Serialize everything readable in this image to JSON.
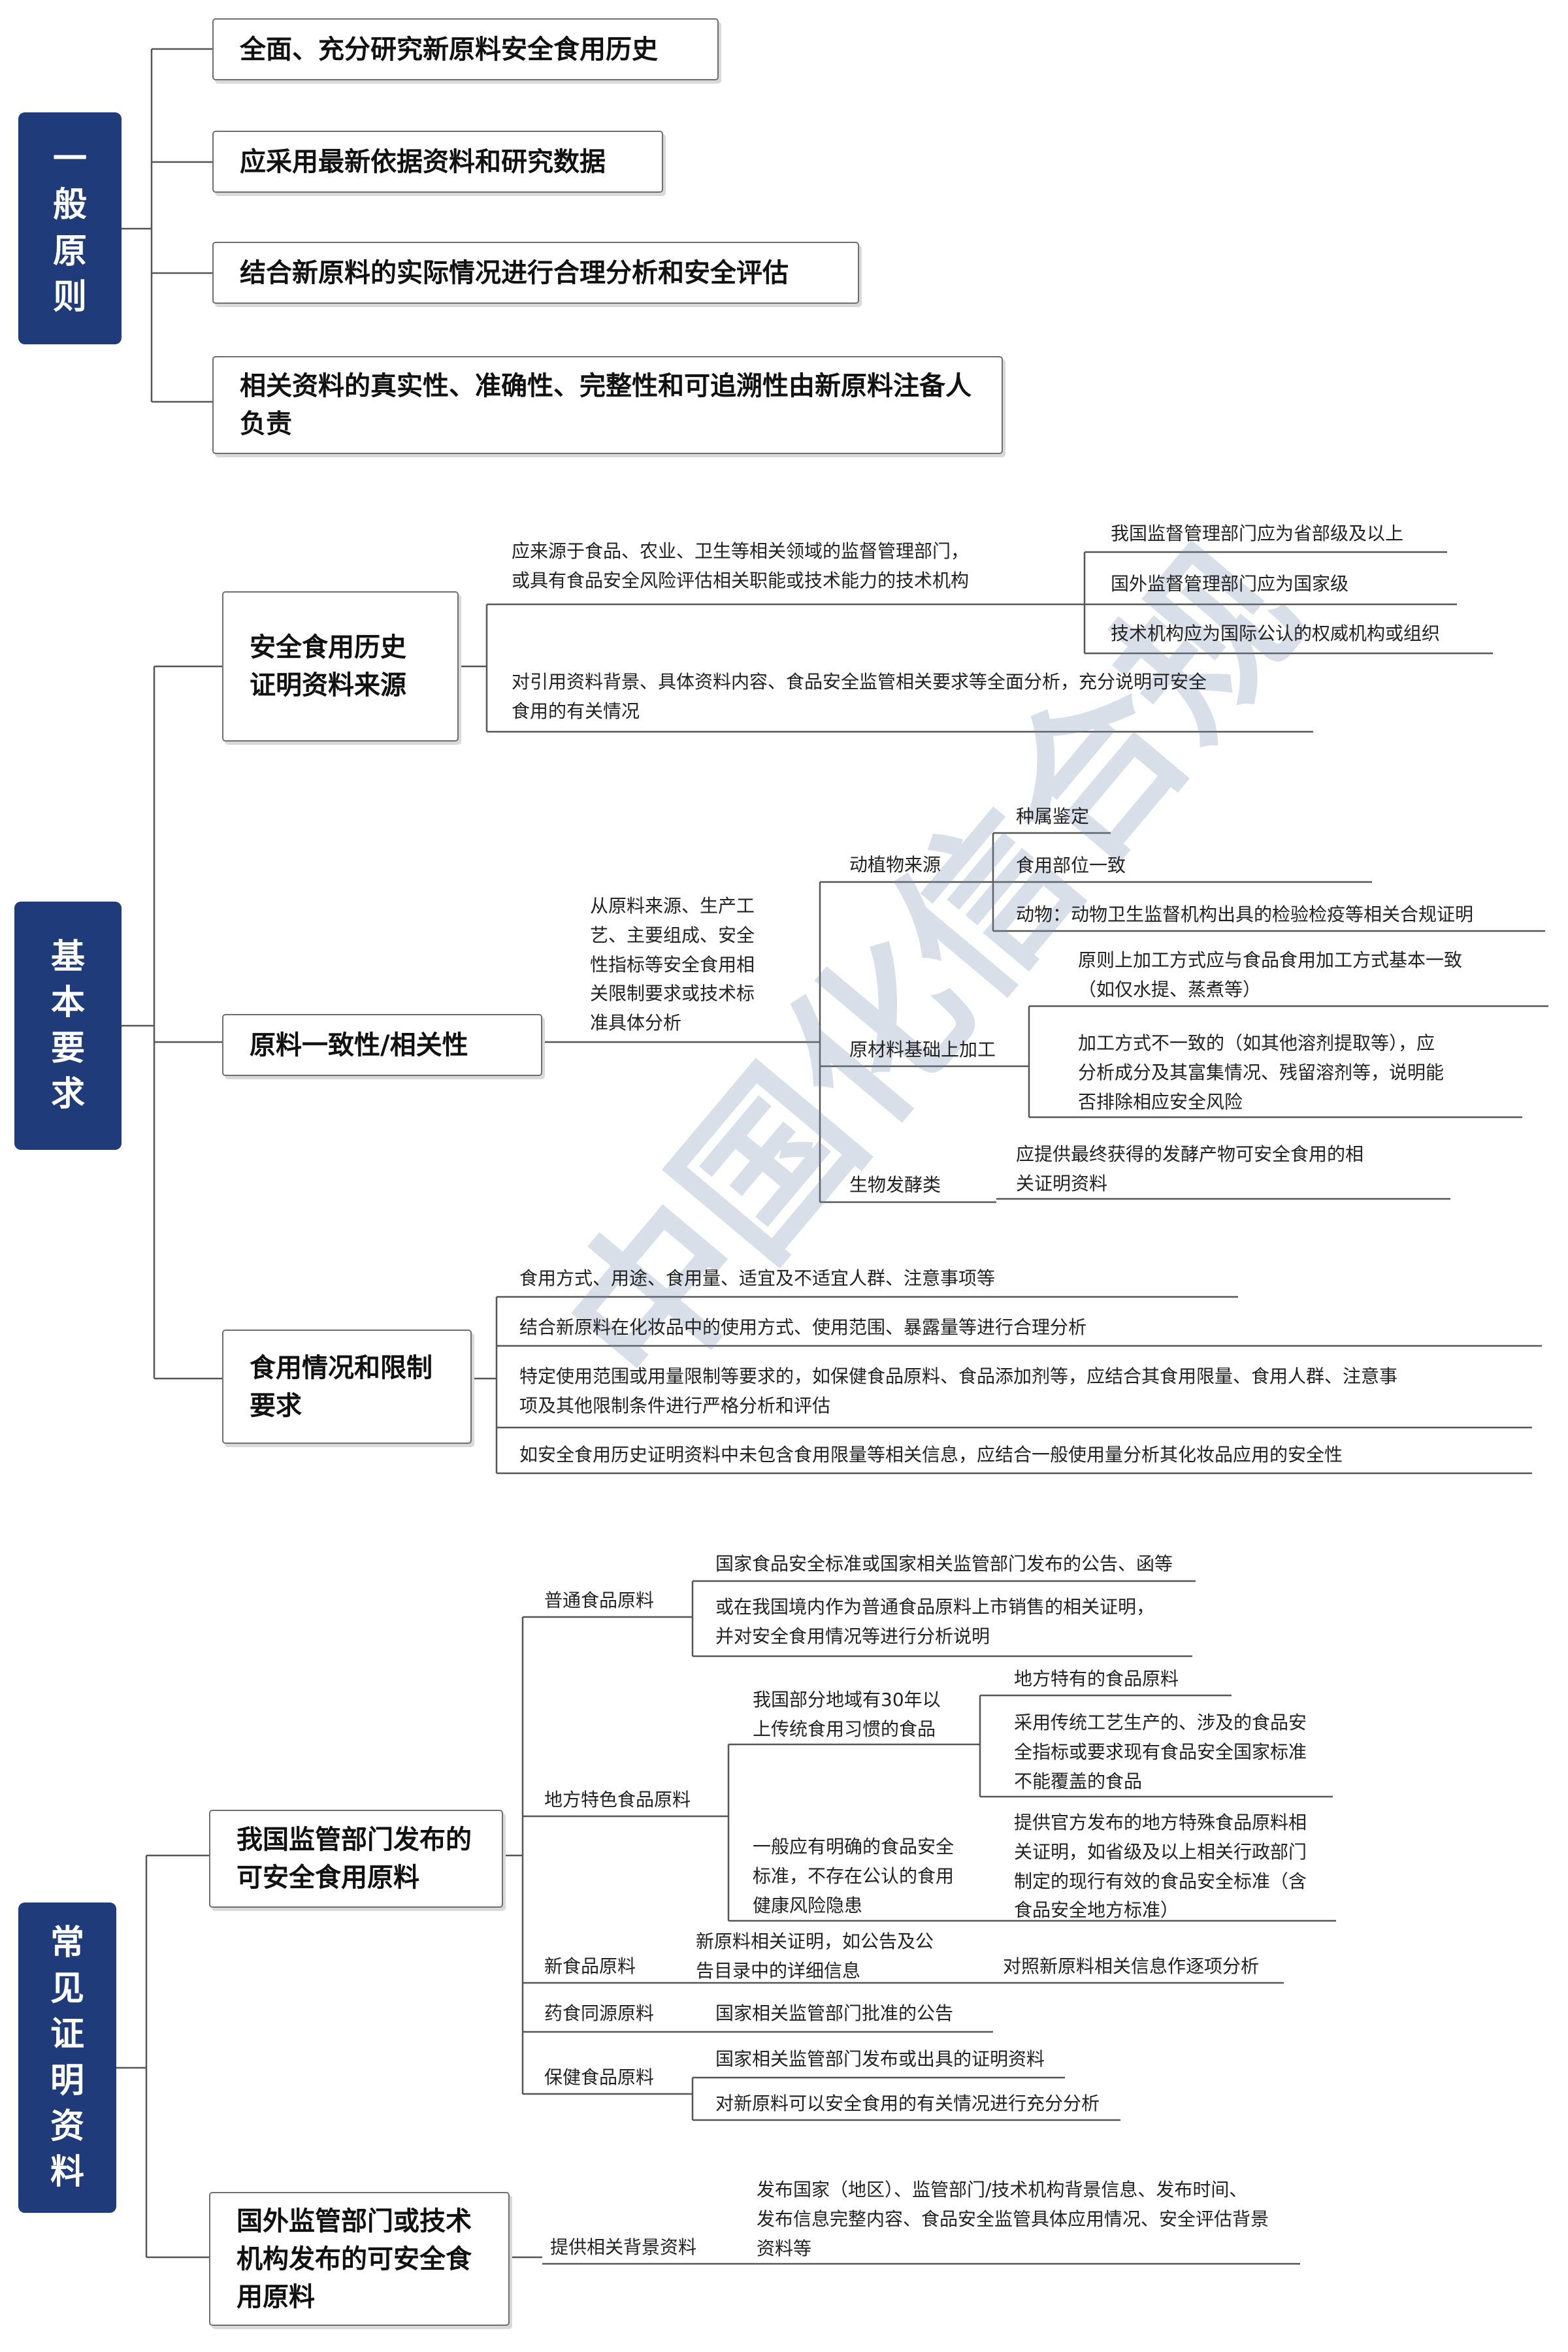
{
  "colors": {
    "section": "#1f3b79",
    "line": "#555555",
    "box_border": "#6e6e6e",
    "watermark": "#788cAF"
  },
  "watermark": "中国化信合规",
  "sections": {
    "general": "一般原则",
    "basic": "基本要求",
    "common": "常见证明资料"
  },
  "general_items": [
    "全面、充分研究新原料安全食用历史",
    "应采用最新依据资料和研究数据",
    "结合新原料的实际情况进行合理分析和安全评估",
    "相关资料的真实性、准确性、完整性和可追溯性由新原料注备人负责"
  ],
  "basic": {
    "history_source": {
      "title": "安全食用历史证明资料来源",
      "source_text": "应来源于食品、农业、卫生等相关领域的监督管理部门，\n或具有食品安全风险评估相关职能或技术能力的技术机构",
      "levels": [
        "我国监督管理部门应为省部级及以上",
        "国外监督管理部门应为国家级",
        "技术机构应为国际公认的权威机构或组织"
      ],
      "analysis": "对引用资料背景、具体资料内容、食品安全监管相关要求等全面分析，充分说明可安全\n食用的有关情况"
    },
    "consistency": {
      "title": "原料一致性/相关性",
      "desc": "从原料来源、生产工\n艺、主要组成、安全\n性指标等安全食用相\n关限制要求或技术标\n准具体分析",
      "plant_animal": "动植物来源",
      "plant_items": [
        "种属鉴定",
        "食用部位一致",
        "动物：动物卫生监督机构出具的检验检疫等相关合规证明"
      ],
      "processing": "原材料基础上加工",
      "processing_items": [
        "原则上加工方式应与食品食用加工方式基本一致\n（如仅水提、蒸煮等）",
        "加工方式不一致的（如其他溶剂提取等），应\n分析成分及其富集情况、残留溶剂等，说明能\n否排除相应安全风险"
      ],
      "fermentation": "生物发酵类",
      "fermentation_item": "应提供最终获得的发酵产物可安全食用的相\n关证明资料"
    },
    "usage": {
      "title": "食用情况和限制要求",
      "items": [
        "食用方式、用途、食用量、适宜及不适宜人群、注意事项等",
        "结合新原料在化妆品中的使用方式、使用范围、暴露量等进行合理分析",
        "特定使用范围或用量限制等要求的，如保健食品原料、食品添加剂等，应结合其食用限量、食用人群、注意事\n项及其他限制条件进行严格分析和评估",
        "如安全食用历史证明资料中未包含食用限量等相关信息，应结合一般使用量分析其化妆品应用的安全性"
      ]
    }
  },
  "common": {
    "domestic": {
      "title": "我国监管部门发布的可安全食用原料",
      "ordinary": "普通食品原料",
      "ordinary_items": [
        "国家食品安全标准或国家相关监管部门发布的公告、函等",
        "或在我国境内作为普通食品原料上市销售的相关证明，\n并对安全食用情况等进行分析说明"
      ],
      "local": "地方特色食品原料",
      "local_a": "我国部分地域有30年以\n上传统食用习惯的食品",
      "local_a_items": [
        "地方特有的食品原料",
        "采用传统工艺生产的、涉及的食品安\n全指标或要求现有食品安全国家标准\n不能覆盖的食品"
      ],
      "local_b": "一般应有明确的食品安全\n标准，不存在公认的食用\n健康风险隐患",
      "local_b_item": "提供官方发布的地方特殊食品原料相\n关证明，如省级及以上相关行政部门\n制定的现行有效的食品安全标准（含\n食品安全地方标准）",
      "new_food": "新食品原料",
      "new_food_proof": "新原料相关证明，如公告及公\n告目录中的详细信息",
      "new_food_analysis": "对照新原料相关信息作逐项分析",
      "medicine_food": "药食同源原料",
      "medicine_food_item": "国家相关监管部门批准的公告",
      "health_food": "保健食品原料",
      "health_food_items": [
        "国家相关监管部门发布或出具的证明资料",
        "对新原料可以安全食用的有关情况进行充分分析"
      ]
    },
    "foreign": {
      "title": "国外监管部门或技术机构发布的可安全食用原料",
      "provide": "提供相关背景资料",
      "provide_item": "发布国家（地区）、监管部门/技术机构背景信息、发布时间、\n发布信息完整内容、食品安全监管具体应用情况、安全评估背景\n资料等"
    }
  }
}
